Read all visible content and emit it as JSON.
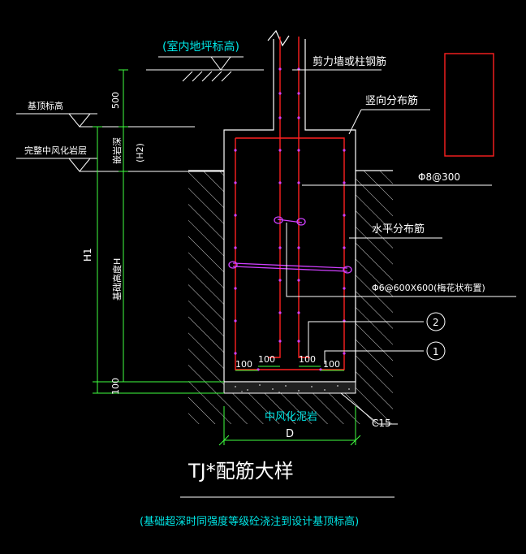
{
  "labels": {
    "indoor_floor_level": "(室内地坪标高)",
    "foundation_top_level": "基顶标高",
    "weathered_rock_level": "完整中风化岩层",
    "shear_wall_rebar": "剪力墙或柱钢筋",
    "vertical_rebar": "竖向分布筋",
    "rebar_spec_1": "Φ8@300",
    "horizontal_rebar": "水平分布筋",
    "rebar_spec_2": "Φ6@600X600(梅花状布置)",
    "marker_1": "1",
    "marker_2": "2",
    "dim_100_a": "100",
    "dim_100_b": "100",
    "dim_100_c": "100",
    "dim_100_d": "100",
    "rock_label": "中风化泥岩",
    "concrete_grade": "C15",
    "dim_D": "D",
    "dim_500": "500",
    "dim_H2": "(H2)",
    "dim_H2_label": "嵌岩深",
    "dim_H1": "H1",
    "dim_H_label": "基础高度H",
    "dim_100_bottom": "100",
    "title": "TJ*配筋大样",
    "note": "(基础超深时同强度等级砼浇注到设计基顶标高)"
  },
  "colors": {
    "background": "#000000",
    "outline": "#ffffff",
    "rebar": "#ff2020",
    "dimension": "#40ff40",
    "annotation": "#00e5e5",
    "tie": "#d040ff"
  }
}
